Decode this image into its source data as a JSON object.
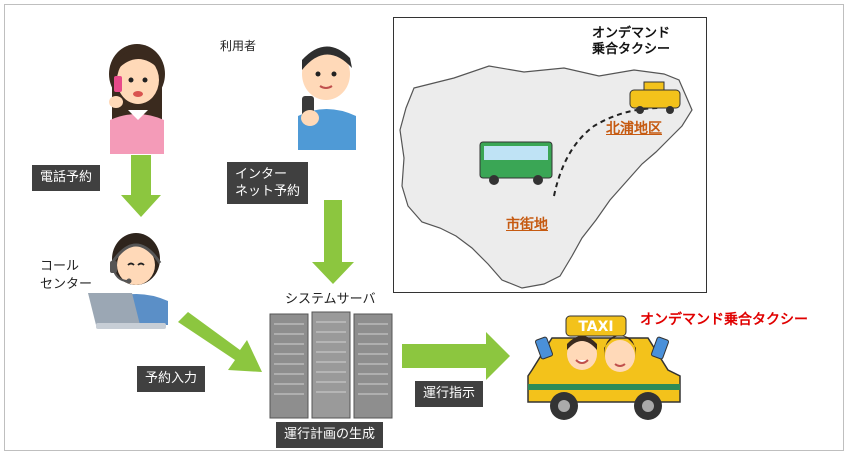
{
  "users_label": "利用者",
  "phone_reservation": "電話予約",
  "internet_reservation": [
    "インター",
    "ネット予約"
  ],
  "call_center": [
    "コール",
    "センター"
  ],
  "system_server": "システムサーバ",
  "reservation_input": "予約入力",
  "schedule_generation": "運行計画の生成",
  "operation_instruction": "運行指示",
  "on_demand_taxi_title": "オンデマンド乗合タクシー",
  "taxi_sign": "TAXI",
  "map": {
    "title": [
      "オンデマンド",
      "乗合タクシー"
    ],
    "kitaura": "北浦地区",
    "shigaichi": "市街地"
  },
  "colors": {
    "arrow": "#8cc63f",
    "label_bg": "#404040",
    "title_red": "#e00000",
    "place_orange": "#c65a11"
  }
}
